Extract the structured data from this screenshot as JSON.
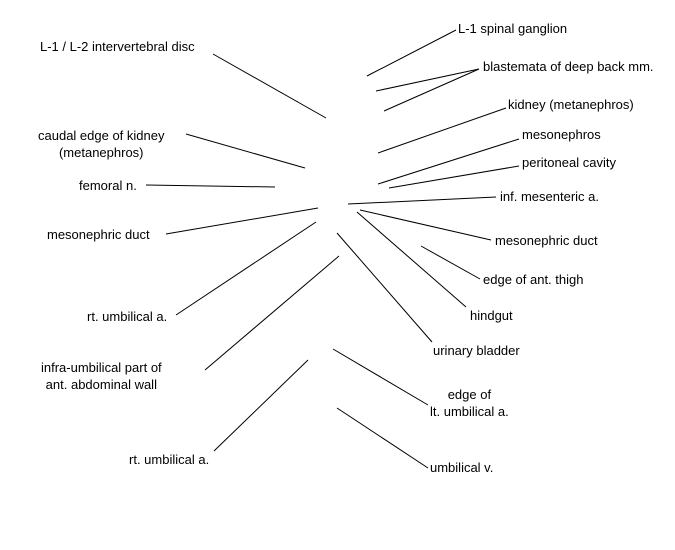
{
  "labels": {
    "l1_disc": "L-1 / L-2 intervertebral disc",
    "caudal_kidney_1": "caudal edge of kidney",
    "caudal_kidney_2": "(metanephros)",
    "femoral_n": "femoral n.",
    "mesonephric_duct_left": "mesonephric duct",
    "rt_umbilical_a_upper": "rt. umbilical a.",
    "infra_umbilical_1": "infra-umbilical part of",
    "infra_umbilical_2": "ant. abdominal wall",
    "rt_umbilical_a_lower": "rt. umbilical a.",
    "l1_spinal_ganglion": "L-1 spinal ganglion",
    "blastemata": "blastemata of deep back mm.",
    "kidney_metanephros": "kidney (metanephros)",
    "mesonephros": "mesonephros",
    "peritoneal_cavity": "peritoneal cavity",
    "inf_mesenteric_a": "inf. mesenteric a.",
    "mesonephric_duct_right": "mesonephric duct",
    "edge_ant_thigh": "edge of ant. thigh",
    "hindgut": "hindgut",
    "urinary_bladder": "urinary bladder",
    "edge_lt_umbilical_1": "edge of",
    "edge_lt_umbilical_2": "lt. umbilical a.",
    "umbilical_v": "umbilical v."
  }
}
